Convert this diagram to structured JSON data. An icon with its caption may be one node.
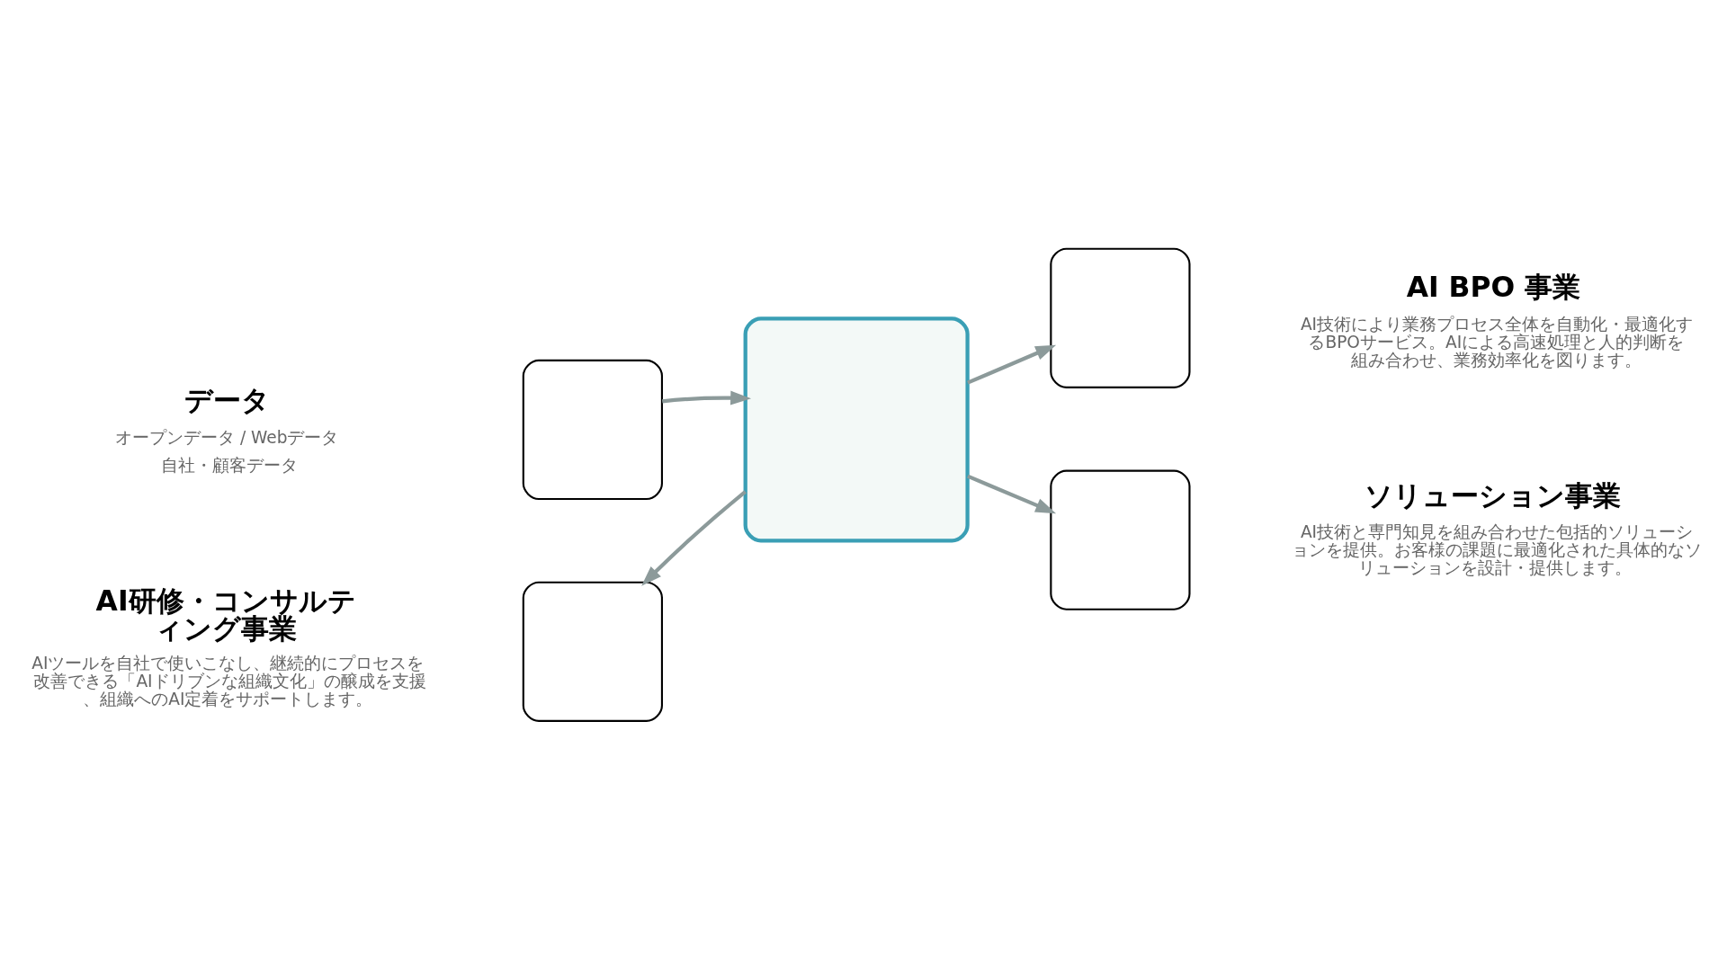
{
  "diagram": {
    "nodes": [
      {
        "text": [],
        "shape": "box",
        "beside": [
          "データ",
          "オープンデータ / Webデータ",
          "自社・顧客データ"
        ]
      },
      {
        "text": [],
        "shape": "box"
      },
      {
        "text": [],
        "shape": "box",
        "beside": [
          "AI BPO 事業",
          "AI技術により業務プロセス全体を自動化・最適化するBPOサービス。AIによる高速処理と人的判断を組み合わせ、業務効率化を図ります。"
        ]
      },
      {
        "text": [],
        "shape": "box",
        "beside": [
          "AI研修・コンサルティング事業",
          "AIツールを自社で使いこなし、継続的にプロセスを改善できる「AIドリブンな組織文化」の醸成を支援、組織へのAI定着をサポートします。"
        ]
      },
      {
        "text": [],
        "shape": "box",
        "beside": [
          "ソリューション事業",
          "AI技術と専門知見を組み合わせた包括的ソリューションを提供。お客様の課題に最適化された具体的なソリューションを設計・提供します。"
        ]
      }
    ],
    "edges": [
      {
        "from": 0,
        "to": 1,
        "arrow": "to"
      },
      {
        "from": 1,
        "to": 2,
        "arrow": "to"
      },
      {
        "from": 1,
        "to": 3,
        "arrow": "to"
      },
      {
        "from": 1,
        "to": 4,
        "arrow": "to"
      }
    ]
  }
}
